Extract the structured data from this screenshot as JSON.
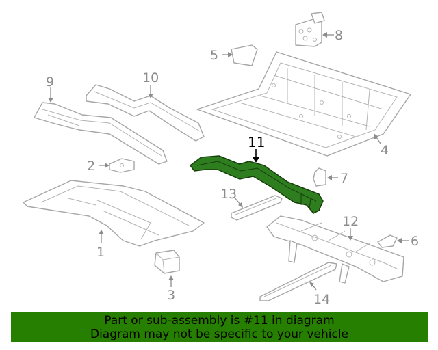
{
  "callouts": {
    "c1": "1",
    "c2": "2",
    "c3": "3",
    "c4": "4",
    "c5": "5",
    "c6": "6",
    "c7": "7",
    "c8": "8",
    "c9": "9",
    "c10": "10",
    "c11": "11",
    "c12": "12",
    "c13": "13",
    "c14": "14"
  },
  "highlight": {
    "part": "11",
    "color": "#2e7d1e"
  },
  "banner": {
    "line1": "Part or sub-assembly is #11 in diagram",
    "line2": "Diagram may not be specific to your vehicle",
    "color": "#267f00"
  }
}
